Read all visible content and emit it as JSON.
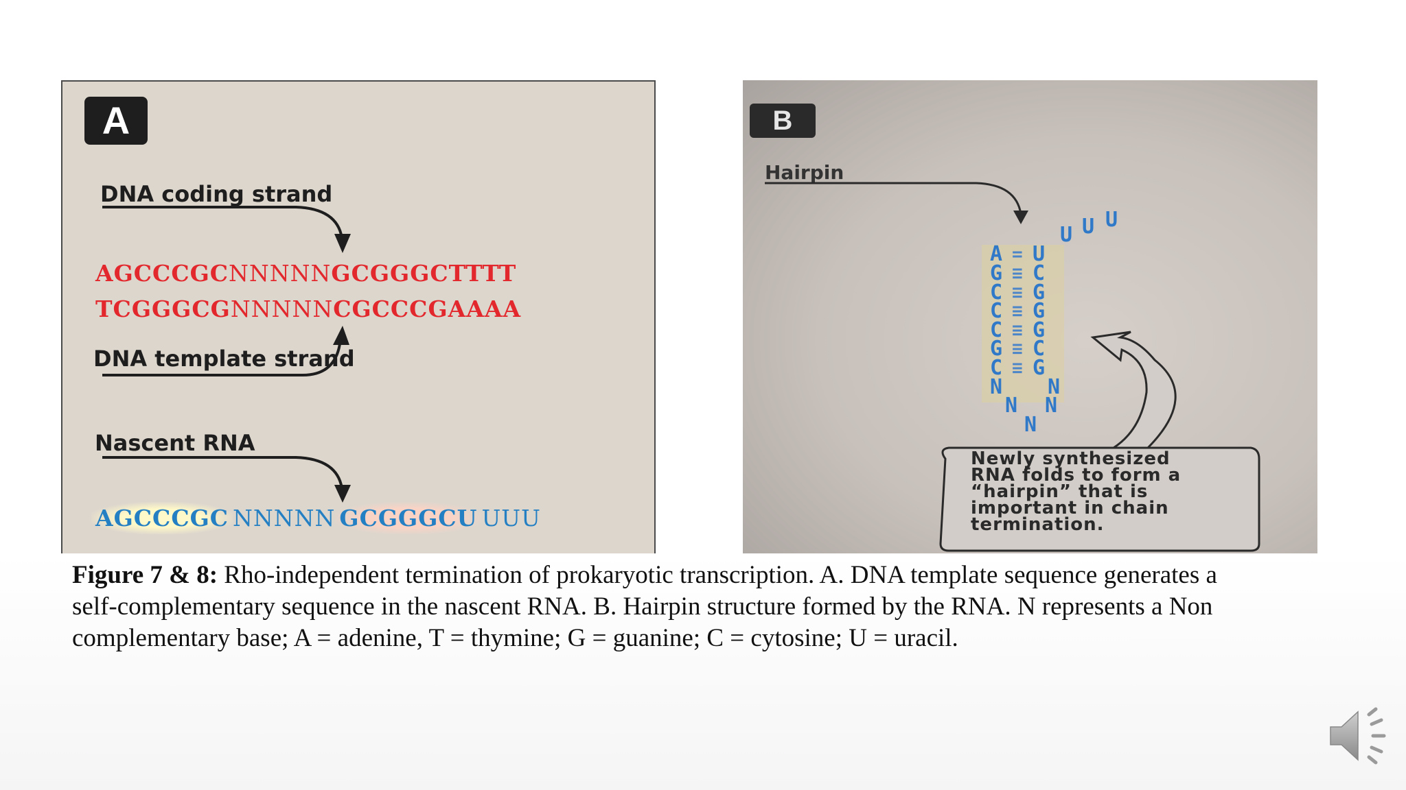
{
  "panel_a": {
    "badge": "A",
    "coding_label": "DNA coding strand",
    "template_label": "DNA template strand",
    "rna_label": "Nascent RNA",
    "coding_seq": {
      "left": "AGCCCGC",
      "mid": "NNNNN",
      "right": "GCGGGCTTTT"
    },
    "template_seq": {
      "left": "TCGGGCG",
      "mid": "NNNNN",
      "right": "CGCCCGAAAA"
    },
    "rna_seq": {
      "left": "AGCCCGC",
      "mid": "NNNNN",
      "right": "GCGGGCU",
      "tail": "UUU"
    },
    "colors": {
      "red": "#e3282d",
      "blue": "#2580c3"
    }
  },
  "panel_b": {
    "badge": "B",
    "hairpin_label": "Hairpin",
    "left_stem": [
      "A",
      "G",
      "C",
      "C",
      "C",
      "G",
      "C"
    ],
    "right_stem": [
      "U",
      "C",
      "G",
      "G",
      "G",
      "C",
      "G"
    ],
    "bonds": [
      "=",
      "≡",
      "≡",
      "≡",
      "≡",
      "≡",
      "≡"
    ],
    "loop": [
      "N",
      "N",
      "N",
      "N",
      "N"
    ],
    "tail": [
      "U",
      "U",
      "U"
    ],
    "callout_lines": [
      "Newly synthesized",
      "RNA folds to form a",
      "“hairpin” that is",
      "important in chain",
      "termination."
    ]
  },
  "caption": {
    "lead": "Figure 7 & 8:",
    "line1": " Rho-independent termination of prokaryotic transcription. A. DNA template sequence generates a",
    "line2": "self-complementary sequence in the nascent RNA. B. Hairpin structure formed by the RNA. N represents a Non",
    "line3": "complementary base; A = adenine, T = thymine; G = guanine; C = cytosine; U = uracil."
  },
  "icons": {
    "audio": "speaker-icon"
  }
}
